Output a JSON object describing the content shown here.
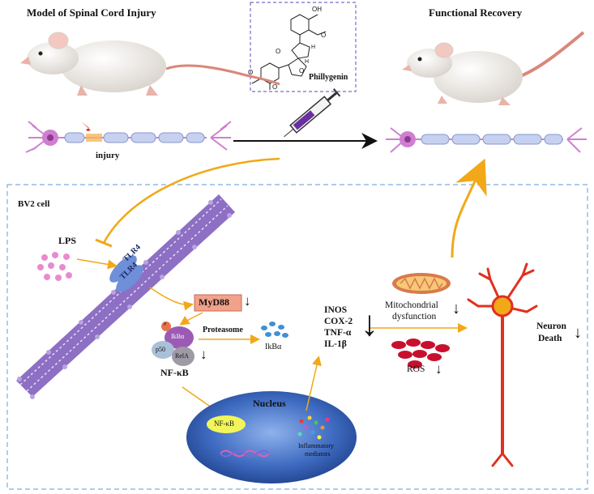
{
  "top": {
    "model_title": "Model of  Spinal Cord Injury",
    "recovery_title": "Functional Recovery",
    "injury_label": "injury",
    "compound": {
      "name": "Phillygenin",
      "atoms": [
        "OH",
        "O",
        "H",
        "O",
        "H",
        "O",
        "O",
        "O",
        "O"
      ]
    }
  },
  "cell": {
    "title": "BV2 cell",
    "lps": "LPS",
    "tlr4_upper": "TLR4",
    "tlr4_lower": "TLR4",
    "myd88": "MyD88",
    "down_arrow": "↓",
    "proteasome": "Proteasome",
    "ikba_free": "IkBα",
    "complex": {
      "p": "P",
      "ikba": "IkBα",
      "p50": "p50",
      "rela": "RelA"
    },
    "nfkb": "NF-κB",
    "nucleus": {
      "title": "Nucleus",
      "nfkb": "NF-κB",
      "mediators_line1": "Inflammatory",
      "mediators_line2": "mediators"
    },
    "cytokines": [
      "INOS",
      "COX-2",
      "TNF-α",
      "IL-1β"
    ],
    "mito_line1": "Mitochondrial",
    "mito_line2": "dysfunction",
    "ros": "ROS",
    "neuron_line1": "Neuron",
    "neuron_line2": "Death"
  },
  "colors": {
    "membrane": "#8d6fc4",
    "membrane_dark": "#6a4aa8",
    "receptor": "#6f8fd8",
    "arrow_orange": "#f2a818",
    "lps_dots": "#e98ad0",
    "neuron_axon": "#a9b8e6",
    "neuron_body": "#cf7fcf",
    "nucleus_blue": "#2a4f9e",
    "ros_red": "#c8102e",
    "neuron_red": "#e03020",
    "dashed_box": "#7aaee0",
    "myd88_box": "#f2a28a"
  }
}
